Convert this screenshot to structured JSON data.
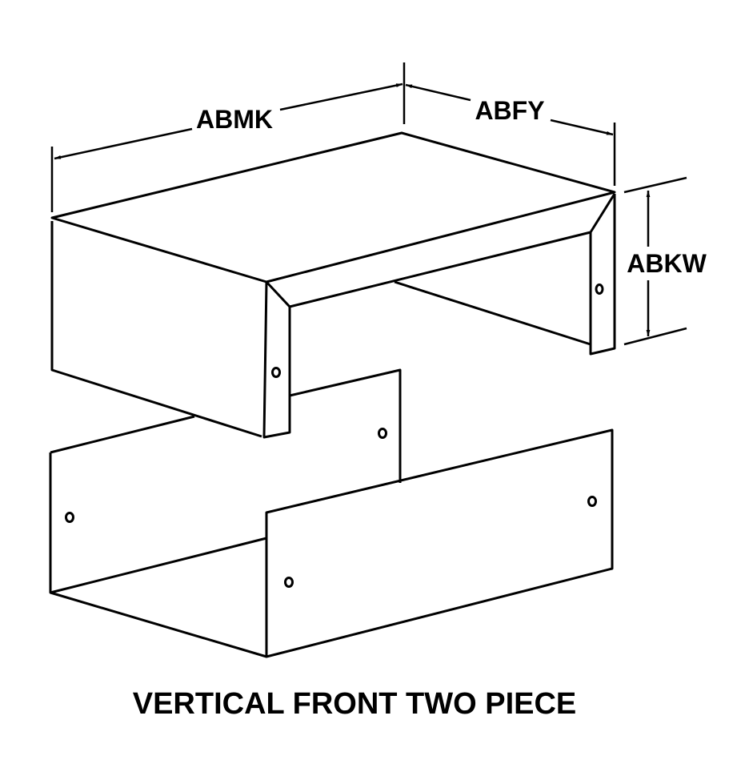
{
  "dimensions": {
    "width_label": "ABMK",
    "depth_label": "ABFY",
    "height_label": "ABKW"
  },
  "caption": "VERTICAL FRONT TWO PIECE",
  "colors": {
    "line": "#000000",
    "background": "#ffffff"
  }
}
